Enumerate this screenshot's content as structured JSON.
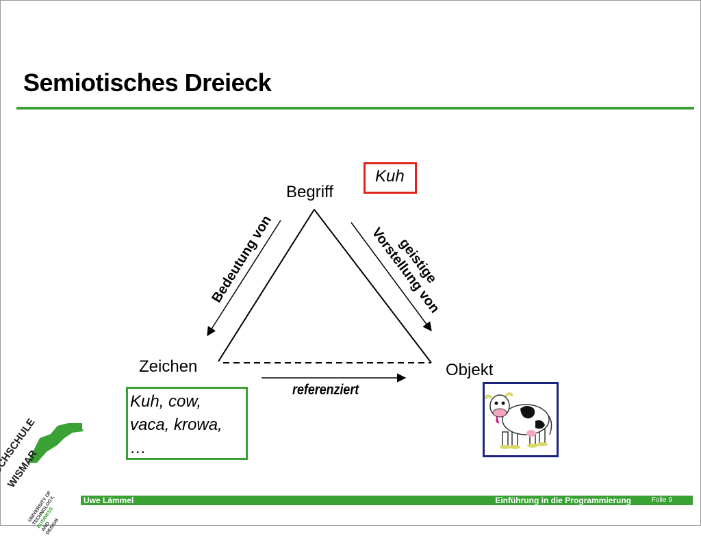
{
  "slide": {
    "title": "Semiotisches Dreieck"
  },
  "diagram": {
    "begriff": "Begriff",
    "zeichen": "Zeichen",
    "objekt": "Objekt",
    "kuh": "Kuh",
    "bedeutung_von": "Bedeutung von",
    "geistige": "geistige",
    "vorstellung_von": "Vorstellung von",
    "referenziert": "referenziert",
    "words_line1": "Kuh, cow,",
    "words_line2": "vaca, krowa,",
    "words_line3": "…",
    "cow_image_icon": "cow-cartoon",
    "colors": {
      "accent_green": "#3aa135",
      "kuh_box_red": "#e3231b",
      "cow_frame_navy": "#1a237e"
    }
  },
  "logo": {
    "line1": "HOCHSCHULE",
    "line2": "WISMAR",
    "sub1": "UNIVERSITY OF",
    "sub2": "TECHNOLOGY,",
    "sub3": "BUSINESS",
    "sub4": "AND",
    "sub5": "DESIGN"
  },
  "footer": {
    "author": "Uwe Lämmel",
    "course": "Einführung in die Programmierung",
    "folie_label": "Folie",
    "folie_number": "9"
  }
}
